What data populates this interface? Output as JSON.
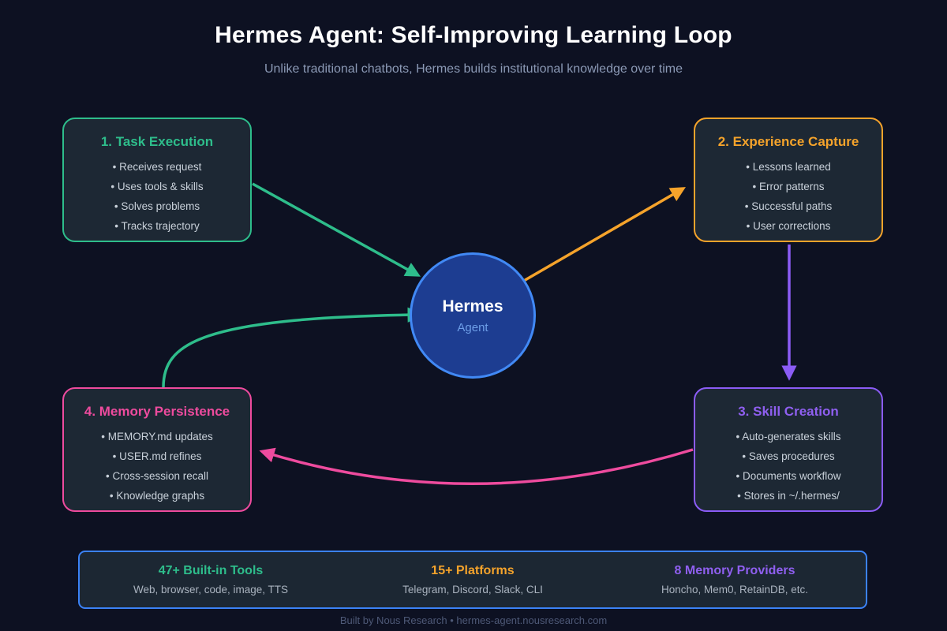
{
  "header": {
    "title": "Hermes Agent: Self-Improving Learning Loop",
    "subtitle": "Unlike traditional chatbots, Hermes builds institutional knowledge over time"
  },
  "diagram": {
    "center": {
      "name": "Hermes",
      "sub": "Agent",
      "fill": "#1d3d91",
      "border": "#4189f5"
    },
    "boxes": [
      {
        "id": "task-execution",
        "title": "1. Task Execution",
        "accent": "#2ebd8b",
        "items": [
          "• Receives request",
          "• Uses tools & skills",
          "• Solves problems",
          "• Tracks trajectory"
        ]
      },
      {
        "id": "experience-capture",
        "title": "2. Experience Capture",
        "accent": "#f5a32b",
        "items": [
          "• Lessons learned",
          "• Error patterns",
          "• Successful paths",
          "• User corrections"
        ]
      },
      {
        "id": "skill-creation",
        "title": "3. Skill Creation",
        "accent": "#8b5cf6",
        "items": [
          "• Auto-generates skills",
          "• Saves procedures",
          "• Documents workflow",
          "• Stores in ~/.hermes/"
        ]
      },
      {
        "id": "memory-persistence",
        "title": "4. Memory Persistence",
        "accent": "#ee4b9e",
        "items": [
          "• MEMORY.md updates",
          "• USER.md refines",
          "• Cross-session recall",
          "• Knowledge graphs"
        ]
      }
    ],
    "edges": [
      {
        "from": "task-execution",
        "to": "hermes-agent",
        "color": "#2ebd8b"
      },
      {
        "from": "hermes-agent",
        "to": "experience-capture",
        "color": "#f5a32b"
      },
      {
        "from": "experience-capture",
        "to": "skill-creation",
        "color": "#8b5cf6"
      },
      {
        "from": "skill-creation",
        "to": "memory-persistence",
        "color": "#ee4b9e"
      },
      {
        "from": "memory-persistence",
        "to": "hermes-agent",
        "color": "#2ebd8b"
      }
    ]
  },
  "stats": [
    {
      "value": "47+ Built-in Tools",
      "detail": "Web, browser, code, image, TTS",
      "accent": "#2ebd8b"
    },
    {
      "value": "15+ Platforms",
      "detail": "Telegram, Discord, Slack, CLI",
      "accent": "#f5a32b"
    },
    {
      "value": "8 Memory Providers",
      "detail": "Honcho, Mem0, RetainDB, etc.",
      "accent": "#8f5ff0"
    }
  ],
  "footer": "Built by Nous Research • hermes-agent.nousresearch.com",
  "colors": {
    "background": "#0d1122",
    "box_fill": "#1d2834",
    "text_primary": "#ffffff",
    "text_bullets": "#c9d1da",
    "text_subtitle": "#8b99b5",
    "text_footer": "#4e5977",
    "bar_border": "#3b82f6"
  }
}
